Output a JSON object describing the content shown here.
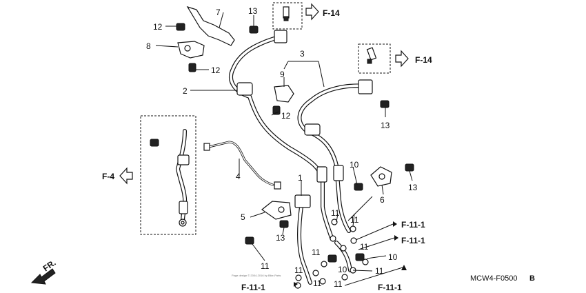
{
  "callouts": {
    "n1": "1",
    "n2": "2",
    "n3": "3",
    "n4": "4",
    "n5": "5",
    "n6": "6",
    "n7": "7",
    "n8": "8",
    "n9": "9",
    "n10": "10",
    "n11": "11",
    "n12": "12",
    "n13": "13"
  },
  "refs": {
    "f14": "F-14",
    "f4": "F-4",
    "f111": "F-11-1",
    "fr": "FR."
  },
  "diagram_code": "MCW4-F0500",
  "diagram_suffix": "B",
  "watermark": "Page design © 2004-2016 by Bike-Parts"
}
